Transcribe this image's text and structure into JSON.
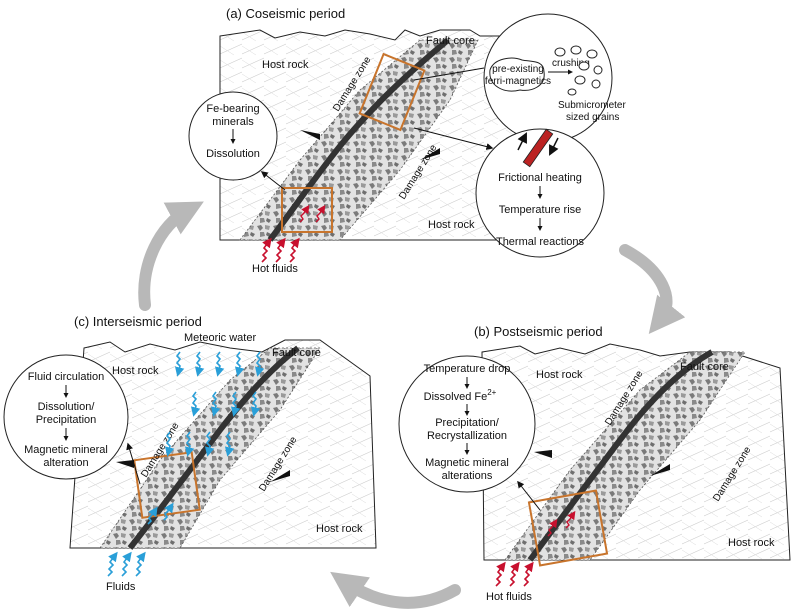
{
  "panels": {
    "coseismic": {
      "title": "(a) Coseismic period",
      "host_rock_top": "Host rock",
      "host_rock_bottom": "Host rock",
      "damage_zone_left": "Damage zone",
      "damage_zone_right": "Damage zone",
      "fault_core": "Fault core",
      "hot_fluids": "Hot fluids",
      "circle_left": {
        "line1": "Fe-bearing",
        "line2": "minerals",
        "line3": "Dissolution"
      },
      "circle_top_right": {
        "line1": "pre-existing",
        "line2": "ferri-magnetics",
        "crushing": "crushing",
        "line3": "Submicrometer",
        "line4": "sized grains"
      },
      "circle_bottom_right": {
        "line1": "Frictional heating",
        "line2": "Temperature rise",
        "line3": "Thermal reactions"
      }
    },
    "postseismic": {
      "title": "(b) Postseismic period",
      "host_rock_top": "Host rock",
      "host_rock_bottom": "Host rock",
      "damage_zone_left": "Damage zone",
      "damage_zone_right": "Damage zone",
      "fault_core": "Fault core",
      "hot_fluids": "Hot fluids",
      "circle": {
        "line1": "Temperature drop",
        "line2": "Dissolved Fe",
        "sup": "2+",
        "line3": "Precipitation/",
        "line4": "Recrystallization",
        "line5": "Magnetic mineral",
        "line6": "alterations"
      }
    },
    "interseismic": {
      "title": "(c) Interseismic period",
      "host_rock_top": "Host rock",
      "host_rock_bottom": "Host rock",
      "damage_zone_left": "Damage zone",
      "damage_zone_right": "Damage zone",
      "fault_core": "Fault core",
      "meteoric": "Meteoric water",
      "fluids": "Fluids",
      "circle": {
        "line1": "Fluid circulation",
        "line2": "Dissolution/",
        "line3": "Precipitation",
        "line4": "Magnetic mineral",
        "line5": "alteration"
      }
    }
  },
  "colors": {
    "orange_box": "#c8742c",
    "red_arrow": "#c8102e",
    "blue_arrow": "#2a9fd8",
    "cycle_arrow": "#b8b8b8",
    "fault_core": "#333333",
    "damage_zone": "#cfcfcf"
  }
}
